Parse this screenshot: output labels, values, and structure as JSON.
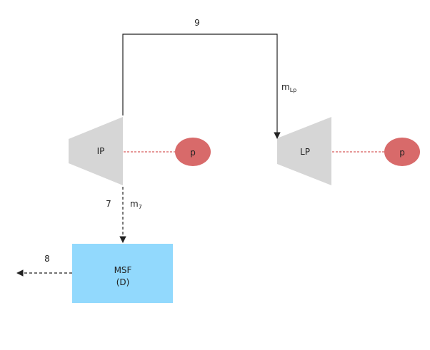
{
  "colors": {
    "turbine": "#d6d6d6",
    "pump": "#d86a6a",
    "msf": "#92d9fd",
    "line": "#222222",
    "shaft": "#cc3333"
  },
  "turbines": {
    "ip": {
      "label": "IP"
    },
    "lp": {
      "label": "LP"
    }
  },
  "pumps": {
    "ip_pump": {
      "label": "p"
    },
    "lp_pump": {
      "label": "p"
    }
  },
  "msf": {
    "line1": "MSF",
    "line2": "(D)"
  },
  "streams": {
    "s9": {
      "label": "9"
    },
    "s7": {
      "label": "7"
    },
    "s8": {
      "label": "8"
    },
    "m_lp": {
      "base": "m",
      "sub": "Lp"
    },
    "m_7": {
      "base": "m",
      "sub": "7"
    }
  }
}
